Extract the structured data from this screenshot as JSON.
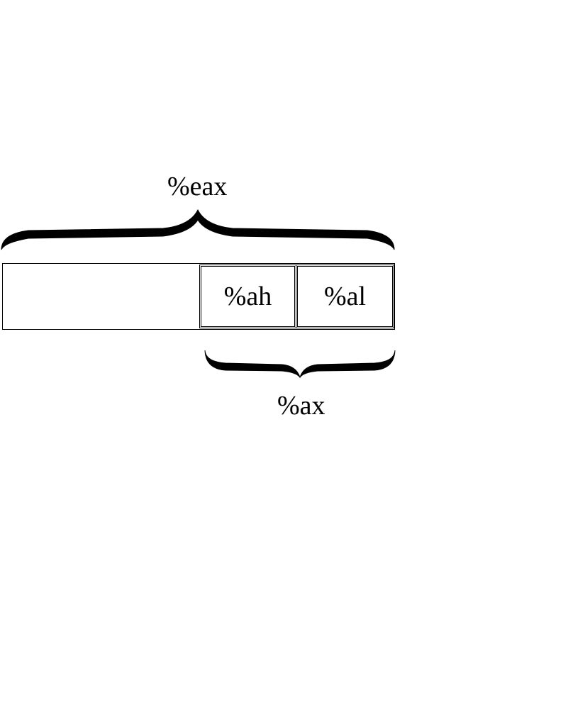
{
  "diagram": {
    "outer_label": "%eax",
    "inner_label": "%ax",
    "cells": [
      {
        "label": "%ah"
      },
      {
        "label": "%al"
      }
    ],
    "stroke_color": "#000000",
    "background_color": "#ffffff"
  }
}
